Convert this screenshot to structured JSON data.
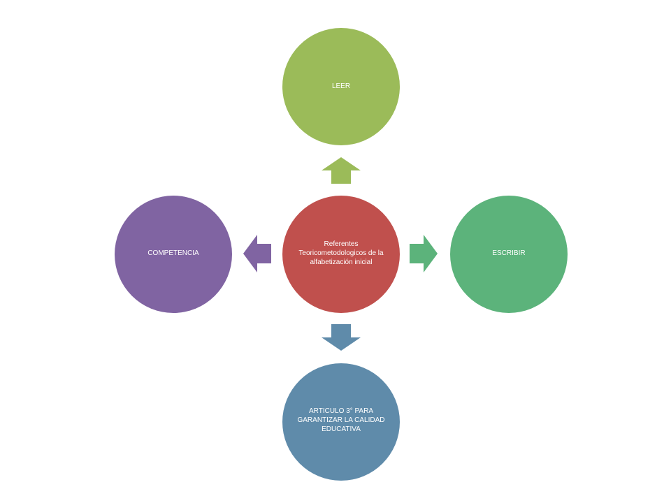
{
  "diagram": {
    "center": {
      "label": "Referentes Teoricometodologicos de la alfabetización inicial",
      "color": "#C0504D"
    },
    "top": {
      "label": "LEER",
      "color": "#9BBB59"
    },
    "right": {
      "label": "ESCRIBIR",
      "color": "#5CB37B"
    },
    "bottom": {
      "label": "ARTICULO 3° PARA GARANTIZAR LA CALIDAD EDUCATIVA",
      "color": "#5F8BAA"
    },
    "left": {
      "label": "COMPETENCIA",
      "color": "#8064A2"
    },
    "arrows": {
      "up_color": "#9BBB59",
      "right_color": "#5CB37B",
      "down_color": "#5F8BAA",
      "left_color": "#8064A2"
    }
  }
}
